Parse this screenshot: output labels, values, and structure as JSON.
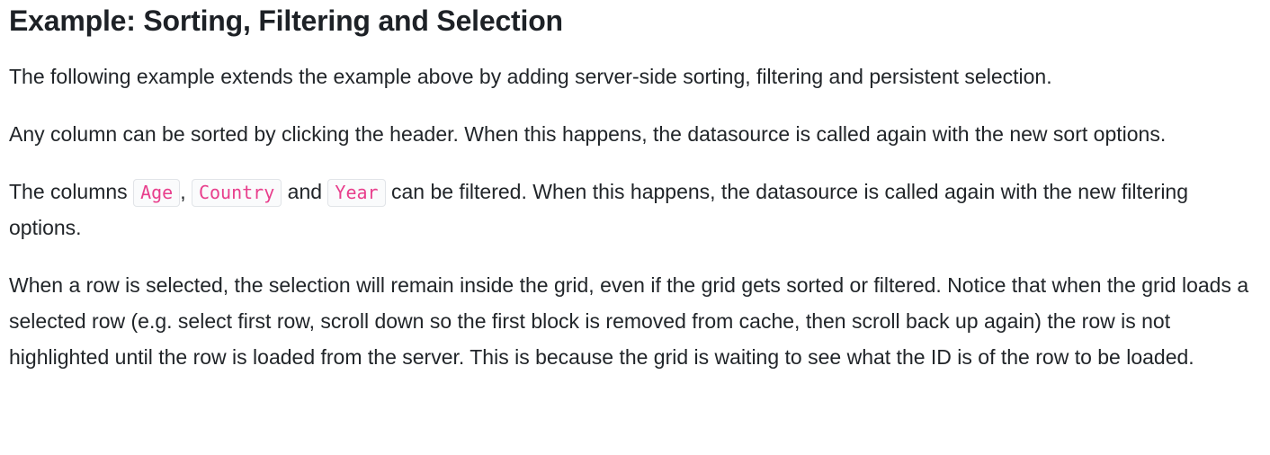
{
  "page": {
    "title": "Example: Sorting, Filtering and Selection"
  },
  "paragraphs": {
    "intro": "The following example extends the example above by adding server-side sorting, filtering and persistent selection.",
    "sorting": "Any column can be sorted by clicking the header. When this happens, the datasource is called again with the new sort options.",
    "filtering": {
      "before": "The columns ",
      "code_age": "Age",
      "sep_comma": ", ",
      "code_country": "Country",
      "sep_and": " and ",
      "code_year": "Year",
      "after": " can be filtered. When this happens, the datasource is called again with the new filtering options."
    },
    "selection": "When a row is selected, the selection will remain inside the grid, even if the grid gets sorted or filtered. Notice that when the grid loads a selected row (e.g. select first row, scroll down so the first block is removed from cache, then scroll back up again) the row is not highlighted until the row is loaded from the server. This is because the grid is waiting to see what the ID is of the row to be loaded."
  },
  "colors": {
    "body_text": "#212529",
    "heading_text": "#1d2126",
    "code_text": "#e83e8c",
    "code_background": "#fafbfc",
    "code_border": "#e1e4e8"
  }
}
